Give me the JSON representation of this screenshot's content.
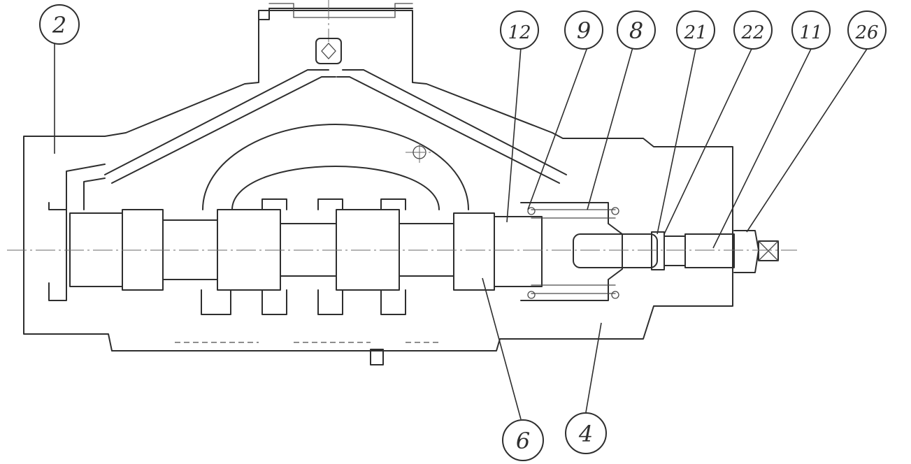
{
  "colors": {
    "ink": "#2e2e2e",
    "paper": "#ffffff"
  },
  "callouts": [
    {
      "id": "c2",
      "label": "2"
    },
    {
      "id": "c12",
      "label": "12"
    },
    {
      "id": "c9",
      "label": "9"
    },
    {
      "id": "c8",
      "label": "8"
    },
    {
      "id": "c21",
      "label": "21"
    },
    {
      "id": "c22",
      "label": "22"
    },
    {
      "id": "c11",
      "label": "11"
    },
    {
      "id": "c26",
      "label": "26"
    },
    {
      "id": "c6",
      "label": "6"
    },
    {
      "id": "c4",
      "label": "4"
    }
  ]
}
